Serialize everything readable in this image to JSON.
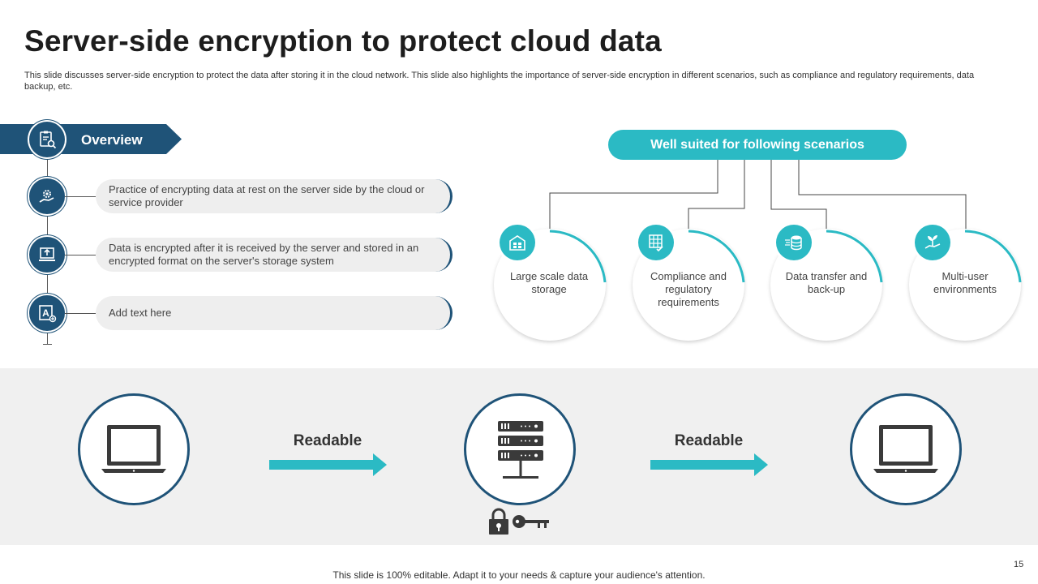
{
  "title": "Server-side encryption to protect cloud data",
  "subtitle": "This slide discusses server-side encryption to protect the data after storing it in the cloud network. This slide also highlights the importance of server-side encryption in different scenarios, such as compliance and regulatory requirements, data backup, etc.",
  "overview": {
    "label": "Overview",
    "icon": "clipboard-search-icon",
    "items": [
      {
        "text": "Practice of encrypting data at rest on the server side by the cloud or service provider",
        "icon": "gear-hand-icon"
      },
      {
        "text": "Data is encrypted after it is received by the server and stored in an encrypted format on the server's storage system",
        "icon": "laptop-upload-icon"
      },
      {
        "text": "Add text here",
        "icon": "text-document-icon"
      }
    ]
  },
  "scenarios": {
    "heading": "Well suited for following scenarios",
    "items": [
      {
        "label": "Large scale data storage",
        "icon": "warehouse-icon"
      },
      {
        "label": "Compliance and regulatory requirements",
        "icon": "checklist-icon"
      },
      {
        "label": "Data transfer and back-up",
        "icon": "database-transfer-icon"
      },
      {
        "label": "Multi-user environments",
        "icon": "plant-hand-icon"
      }
    ]
  },
  "flow": {
    "left_icon": "laptop-icon",
    "center_icon": "server-icon",
    "right_icon": "laptop-icon",
    "lock_icon": "padlock-icon",
    "key_icon": "key-icon",
    "arrow1_label": "Readable",
    "arrow2_label": "Readable"
  },
  "footer": "This slide is 100% editable. Adapt it to your needs & capture your audience's attention.",
  "page_number": "15",
  "colors": {
    "navy": "#1f5378",
    "teal": "#2bbac4",
    "band": "#f0f0f0"
  }
}
